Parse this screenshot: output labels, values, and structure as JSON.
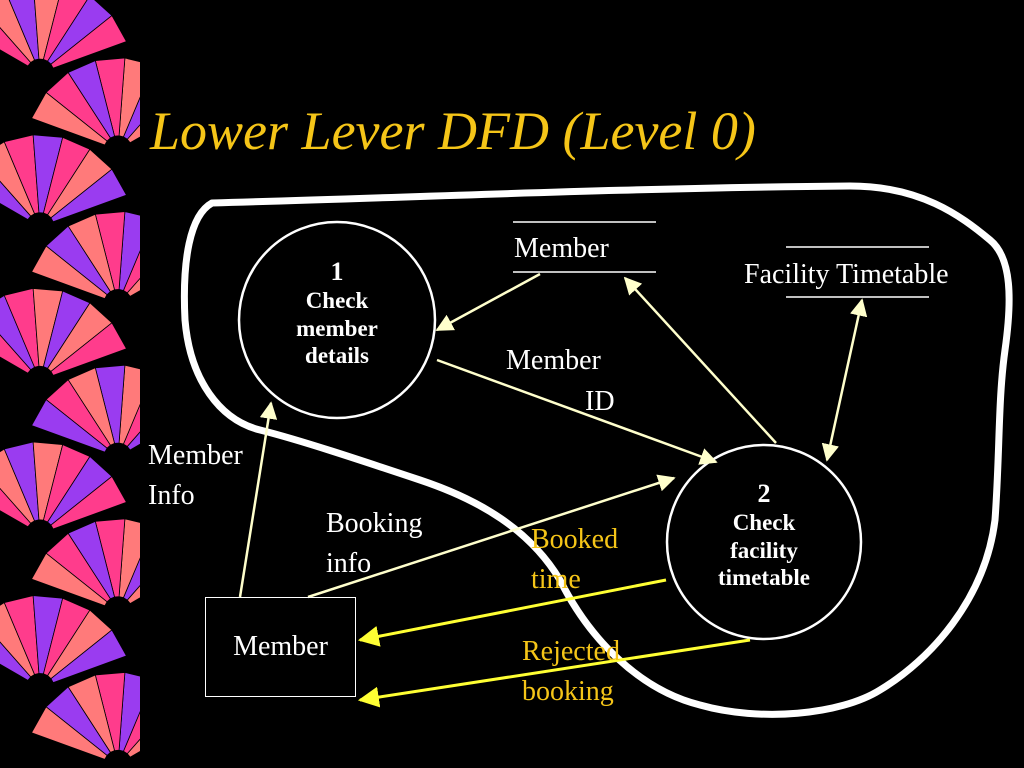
{
  "slide": {
    "title": "Lower Lever DFD (Level 0)"
  },
  "diagram": {
    "processes": [
      {
        "number": "1",
        "name_lines": [
          "Check",
          "member",
          "details"
        ]
      },
      {
        "number": "2",
        "name_lines": [
          "Check",
          "facility",
          "timetable"
        ]
      }
    ],
    "data_stores": {
      "member": "Member",
      "facility_timetable": "Facility Timetable"
    },
    "external_entity": "Member",
    "flows": {
      "member_id_line1": "Member",
      "member_id_line2": "ID",
      "member_info_line1": "Member",
      "member_info_line2": "Info",
      "booking_info_line1": "Booking",
      "booking_info_line2": "info",
      "booked_time_line1": "Booked",
      "booked_time_line2": "time",
      "rejected_booking_line1": "Rejected",
      "rejected_booking_line2": "booking"
    },
    "colors": {
      "background": "#000000",
      "title": "#f5c518",
      "lines": "#ffffff",
      "highlight": "#ffff33",
      "highlight_text": "#f5c518",
      "ribbon_pink": "#ff3c8c",
      "ribbon_purple": "#9a3cf0",
      "ribbon_salmon": "#ff7a7a"
    }
  }
}
